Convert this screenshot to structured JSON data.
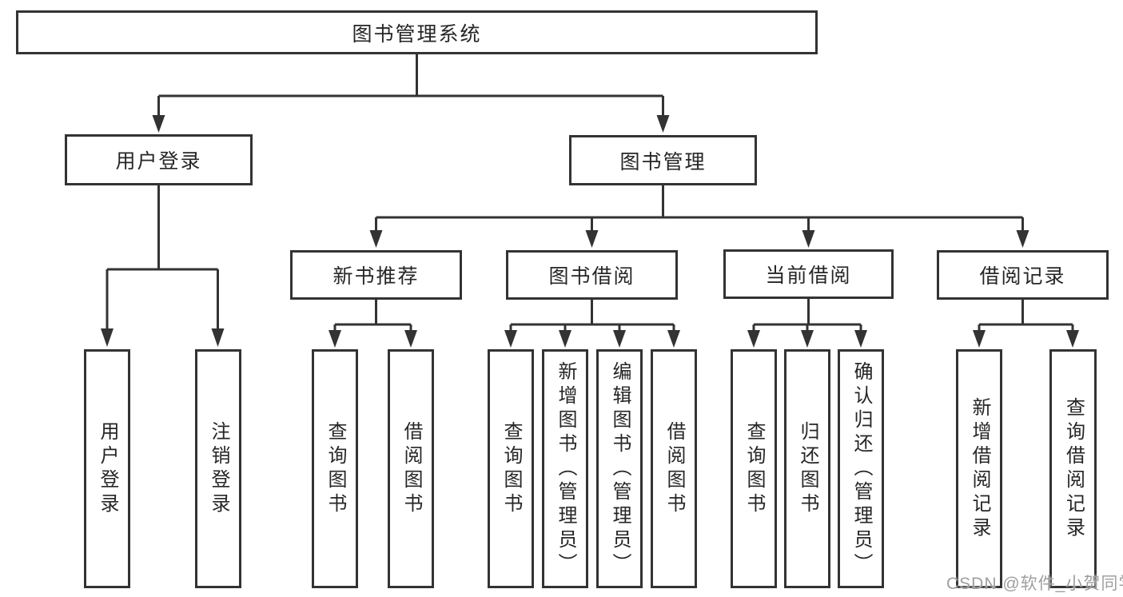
{
  "tree": {
    "label": "图书管理系统",
    "children": [
      {
        "label": "用户登录",
        "children": [
          {
            "label": "用户登录"
          },
          {
            "label": "注销登录"
          }
        ]
      },
      {
        "label": "图书管理",
        "children": [
          {
            "label": "新书推荐",
            "children": [
              {
                "label": "查询图书"
              },
              {
                "label": "借阅图书"
              }
            ]
          },
          {
            "label": "图书借阅",
            "children": [
              {
                "label": "查询图书"
              },
              {
                "label": "新增图书（管理员）"
              },
              {
                "label": "编辑图书（管理员）"
              },
              {
                "label": "借阅图书"
              }
            ]
          },
          {
            "label": "当前借阅",
            "children": [
              {
                "label": "查询图书"
              },
              {
                "label": "归还图书"
              },
              {
                "label": "确认归还（管理员）"
              }
            ]
          },
          {
            "label": "借阅记录",
            "children": [
              {
                "label": "新增借阅记录"
              },
              {
                "label": "查询借阅记录"
              }
            ]
          }
        ]
      }
    ]
  },
  "watermark": {
    "text": "CSDN @软件_小贺同学"
  },
  "colors": {
    "line": "#333333",
    "text": "#262626",
    "watermark": "#9f9f9f",
    "bg": "#ffffff"
  }
}
